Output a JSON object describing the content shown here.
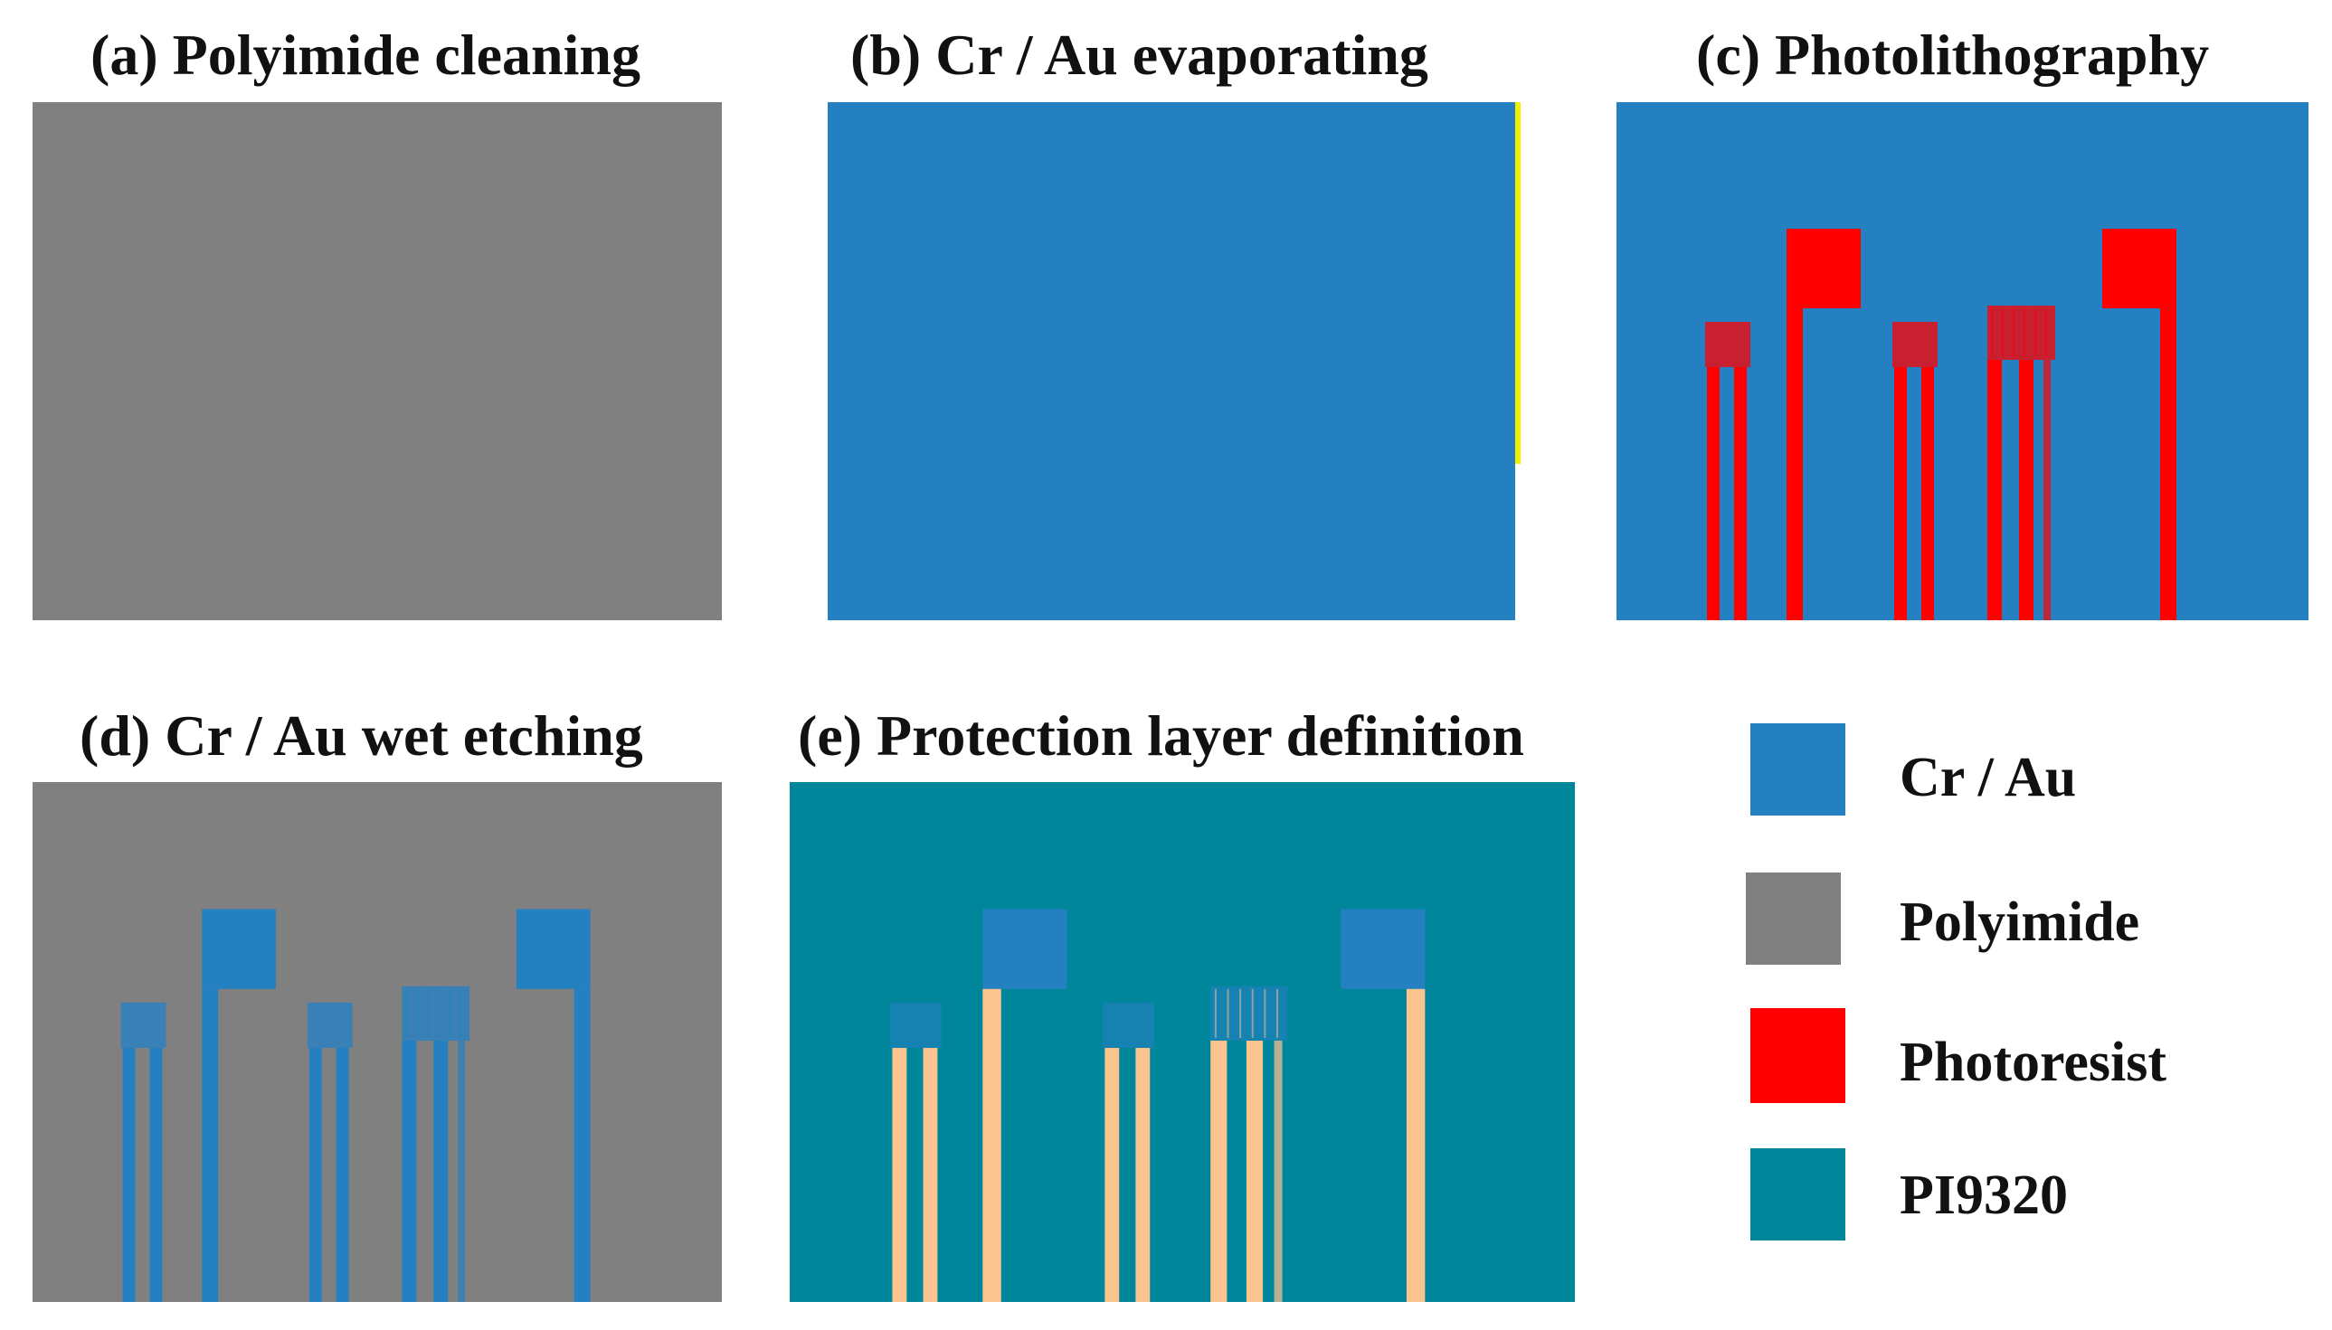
{
  "colors": {
    "cr_au": "#2580c2",
    "polyimide": "#808080",
    "photoresist": "#ff0000",
    "pi9320": "#00869b",
    "exposed_metal": "#fbc48e",
    "edge_yellow": "#f0f000"
  },
  "panels": [
    {
      "id": "a",
      "title": "(a) Polyimide cleaning",
      "base": "polyimide",
      "pattern": "none"
    },
    {
      "id": "b",
      "title": "(b) Cr / Au evaporating",
      "base": "cr_au",
      "pattern": "none"
    },
    {
      "id": "c",
      "title": "(c) Photolithography",
      "base": "cr_au",
      "pattern": "photoresist"
    },
    {
      "id": "d",
      "title": "(d) Cr / Au wet etching",
      "base": "polyimide",
      "pattern": "cr_au"
    },
    {
      "id": "e",
      "title": "(e) Protection layer definition",
      "base": "pi9320",
      "pattern": "exposed_metal"
    }
  ],
  "legend": [
    {
      "label": "Cr / Au",
      "color": "cr_au"
    },
    {
      "label": "Polyimide",
      "color": "polyimide"
    },
    {
      "label": "Photoresist",
      "color": "photoresist"
    },
    {
      "label": "PI9320",
      "color": "pi9320"
    }
  ]
}
